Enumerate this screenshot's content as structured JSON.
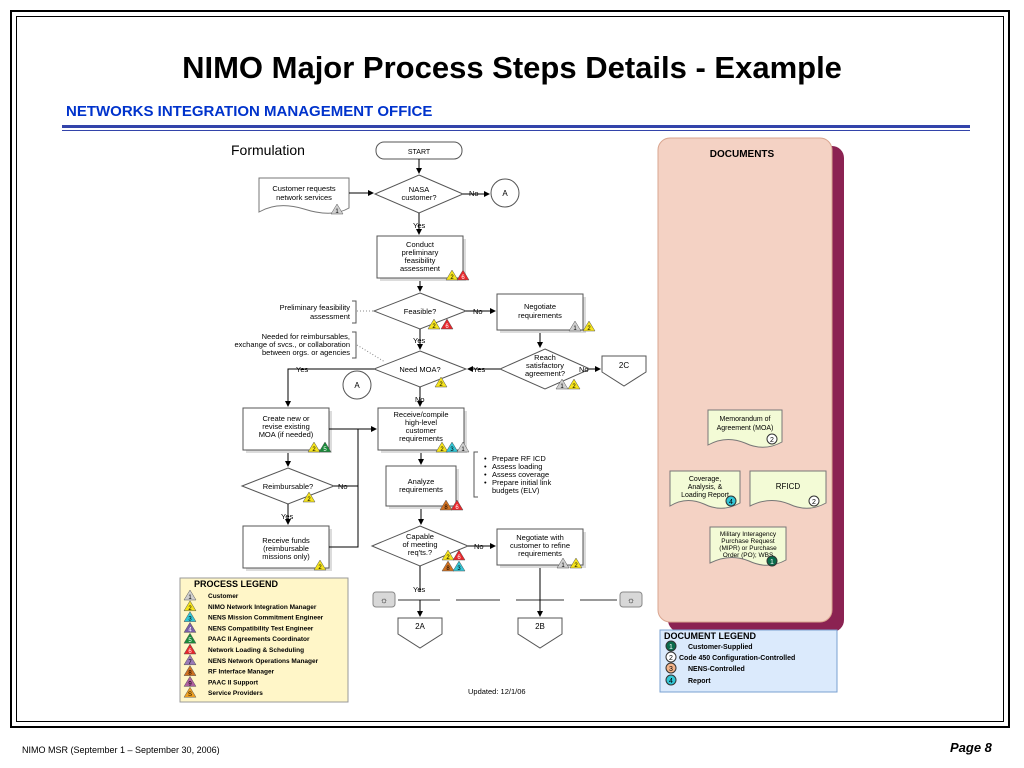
{
  "page": {
    "title": "NIMO Major Process Steps Details - Example",
    "subtitle": "NETWORKS INTEGRATION MANAGEMENT OFFICE",
    "footer_left": "NIMO MSR (September 1 – September 30, 2006)",
    "footer_right": "Page 8"
  },
  "colors": {
    "title_blue": "#0033cc",
    "documents_panel": "#f4d2c4",
    "documents_shadow": "#8b2252",
    "doc_legend_bg": "#dbeafc",
    "process_legend_bg": "#fff6c8",
    "badge_yellow": "#f5e31c",
    "badge_red": "#e8262b",
    "badge_cyan": "#33c6d6",
    "badge_green": "#1a8a3a",
    "badge_darkgreen": "#0a6b4b"
  },
  "flow": {
    "section_label": "Formulation",
    "start": "START",
    "customer_requests": [
      "Customer requests",
      "network services"
    ],
    "nasa_customer": [
      "NASA",
      "customer?"
    ],
    "conduct": [
      "Conduct",
      "preliminary",
      "feasibility",
      "assessment"
    ],
    "feasible": "Feasible?",
    "negotiate_requirements": [
      "Negotiate",
      "requirements"
    ],
    "need_moa": "Need MOA?",
    "reach_agreement": [
      "Reach",
      "satisfactory",
      "agreement?"
    ],
    "create_moa": [
      "Create new or",
      "revise existing",
      "MOA (if needed)"
    ],
    "receive_compile": [
      "Receive/compile",
      "high-level",
      "customer",
      "requirements"
    ],
    "analyze": [
      "Analyze",
      "requirements"
    ],
    "reimbursable": "Reimbursable?",
    "receive_funds": [
      "Receive funds",
      "(reimbursable",
      "missions only)"
    ],
    "capable": [
      "Capable",
      "of  meeting",
      "req'ts.?"
    ],
    "negotiate_refine": [
      "Negotiate with",
      "customer to refine",
      "requirements"
    ],
    "prelim_annotation": [
      "Preliminary feasibility",
      "assessment"
    ],
    "needed_annotation": [
      "Needed for reimbursables,",
      "exchange of svcs., or collaboration",
      "between orgs. or agencies"
    ],
    "analyze_bullets": [
      "Prepare RF ICD",
      "Assess loading",
      "Assess coverage",
      "Prepare initial link",
      "budgets (ELV)"
    ],
    "connectors": {
      "a": "A",
      "c2": "2C",
      "a2": "2A",
      "b2": "2B"
    },
    "labels": {
      "yes": "Yes",
      "no": "No"
    },
    "updated": "Updated:  12/1/06"
  },
  "documents": {
    "title": "DOCUMENTS",
    "moa": [
      "Memorandum of",
      "Agreement (MOA)"
    ],
    "coverage": [
      "Coverage,",
      "Analysis, &",
      "Loading Report"
    ],
    "rficd": "RFICD",
    "mipr": [
      "Military Interagency",
      "Purchase Request",
      "(MIPR) or Purchase",
      "Order (PO); WBS"
    ]
  },
  "process_legend": {
    "title": "PROCESS LEGEND",
    "items": [
      {
        "num": "1",
        "label": "Customer"
      },
      {
        "num": "2",
        "label": "NIMO Network Integration Manager"
      },
      {
        "num": "3",
        "label": "NENS Mission Commitment Engineer"
      },
      {
        "num": "4",
        "label": "NENS Compatibility Test Engineer"
      },
      {
        "num": "5",
        "label": "PAAC II Agreements Coordinator"
      },
      {
        "num": "6",
        "label": "Network Loading & Scheduling"
      },
      {
        "num": "7",
        "label": "NENS Network Operations Manager"
      },
      {
        "num": "8",
        "label": "RF Interface Manager"
      },
      {
        "num": "9",
        "label": "PAAC II Support"
      },
      {
        "num": "S",
        "label": "Service Providers"
      }
    ]
  },
  "document_legend": {
    "title": "DOCUMENT LEGEND",
    "items": [
      {
        "num": "1",
        "label": "Customer-Supplied"
      },
      {
        "num": "2",
        "label": "Code 450 Configuration-Controlled"
      },
      {
        "num": "3",
        "label": "NENS-Controlled"
      },
      {
        "num": "4",
        "label": "Report"
      }
    ]
  }
}
